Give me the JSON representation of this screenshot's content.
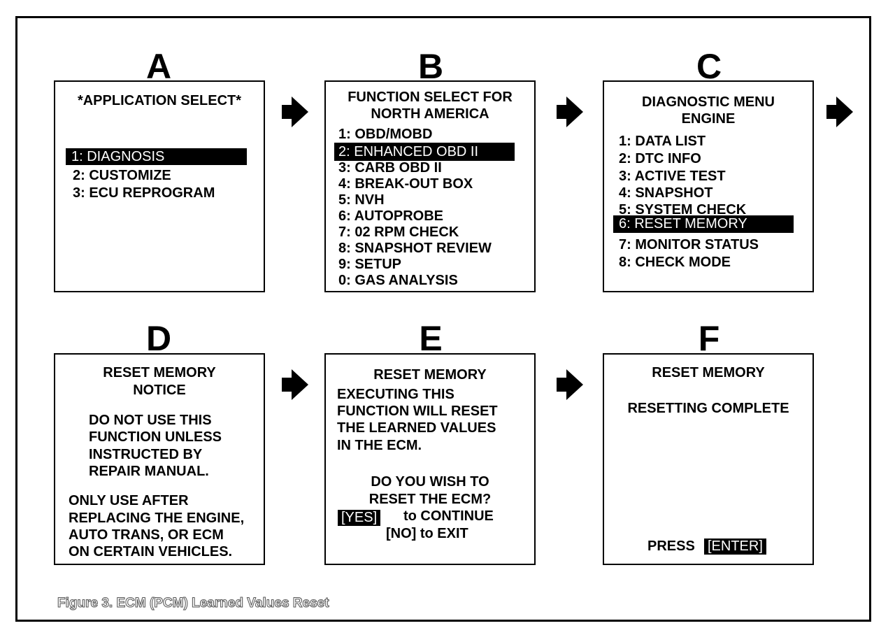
{
  "panels": {
    "a": {
      "letter": "A",
      "title": "*APPLICATION SELECT*",
      "items": [
        "1: DIAGNOSIS",
        "2:  CUSTOMIZE",
        "3:  ECU REPROGRAM"
      ],
      "selected_index": 0
    },
    "b": {
      "letter": "B",
      "title_line1": "FUNCTION SELECT FOR",
      "title_line2": "NORTH AMERICA",
      "items": [
        "1:  OBD/MOBD",
        "2:  ENHANCED OBD II",
        "3:  CARB OBD II",
        "4:  BREAK-OUT BOX",
        "5:  NVH",
        "6:  AUTOPROBE",
        "7:  02 RPM CHECK",
        "8:  SNAPSHOT REVIEW",
        "9:  SETUP",
        "0:  GAS ANALYSIS"
      ],
      "selected_index": 1
    },
    "c": {
      "letter": "C",
      "title_line1": "DIAGNOSTIC MENU",
      "title_line2": "ENGINE",
      "items": [
        "1:  DATA LIST",
        "2:  DTC INFO",
        "3:  ACTIVE TEST",
        "4:  SNAPSHOT",
        "5:  SYSTEM CHECK",
        "6:  RESET MEMORY",
        "7:  MONITOR STATUS",
        "8:  CHECK MODE"
      ],
      "selected_index": 5
    },
    "d": {
      "letter": "D",
      "title_line1": "RESET MEMORY",
      "title_line2": "NOTICE",
      "warning": [
        "DO NOT USE THIS",
        "FUNCTION UNLESS",
        "INSTRUCTED BY",
        "REPAIR MANUAL."
      ],
      "note": [
        "ONLY USE AFTER",
        "REPLACING THE ENGINE,",
        "AUTO TRANS, OR ECM",
        "ON CERTAIN VEHICLES."
      ]
    },
    "e": {
      "letter": "E",
      "title": "RESET MEMORY",
      "body": [
        "EXECUTING THIS",
        "FUNCTION WILL RESET",
        "THE LEARNED VALUES",
        "IN THE ECM."
      ],
      "question_line1": "DO YOU WISH TO",
      "question_line2": "RESET THE ECM?",
      "yes_key": "[YES]",
      "yes_text": "to CONTINUE",
      "no_text": "[NO] to EXIT"
    },
    "f": {
      "letter": "F",
      "title": "RESET MEMORY",
      "status": "RESETTING COMPLETE",
      "press_label": "PRESS",
      "enter_key": "[ENTER]"
    }
  },
  "caption": "Figure 3. ECM (PCM) Learned Values Reset",
  "icons": [
    "arrow-right-icon"
  ]
}
